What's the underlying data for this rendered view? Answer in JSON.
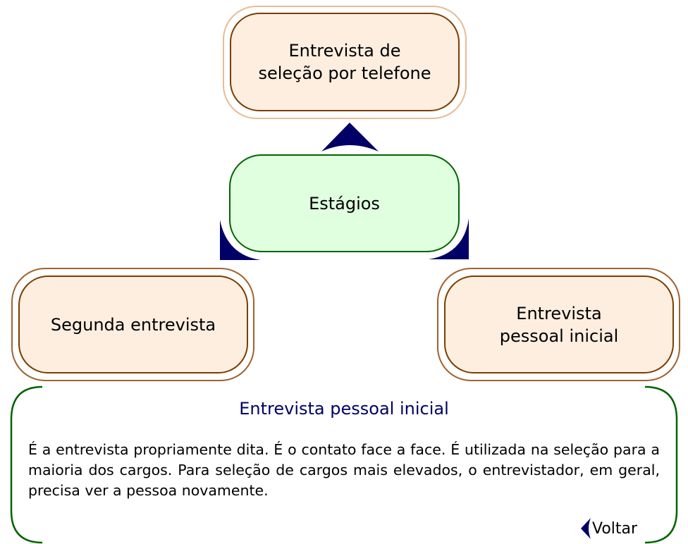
{
  "nodes": {
    "top": "Entrevista de seleção por telefone",
    "center": "Estágios",
    "left": "Segunda entrevista",
    "right_line1": "Entrevista",
    "right_line2": "pessoal inicial"
  },
  "panel": {
    "title": "Entrevista pessoal inicial",
    "text": "É a entrevista propriamente dita. É o contato face a face. É utilizada na seleção para a maioria dos cargos. Para seleção de cargos mais elevados, o entrevistador, em geral, precisa ver a pessoa novamente.",
    "back_label": "Voltar"
  },
  "colors": {
    "arrow": "#000066",
    "panel_border": "#006400",
    "node_fill": "#fdeee0",
    "center_fill": "#dfffdf"
  }
}
